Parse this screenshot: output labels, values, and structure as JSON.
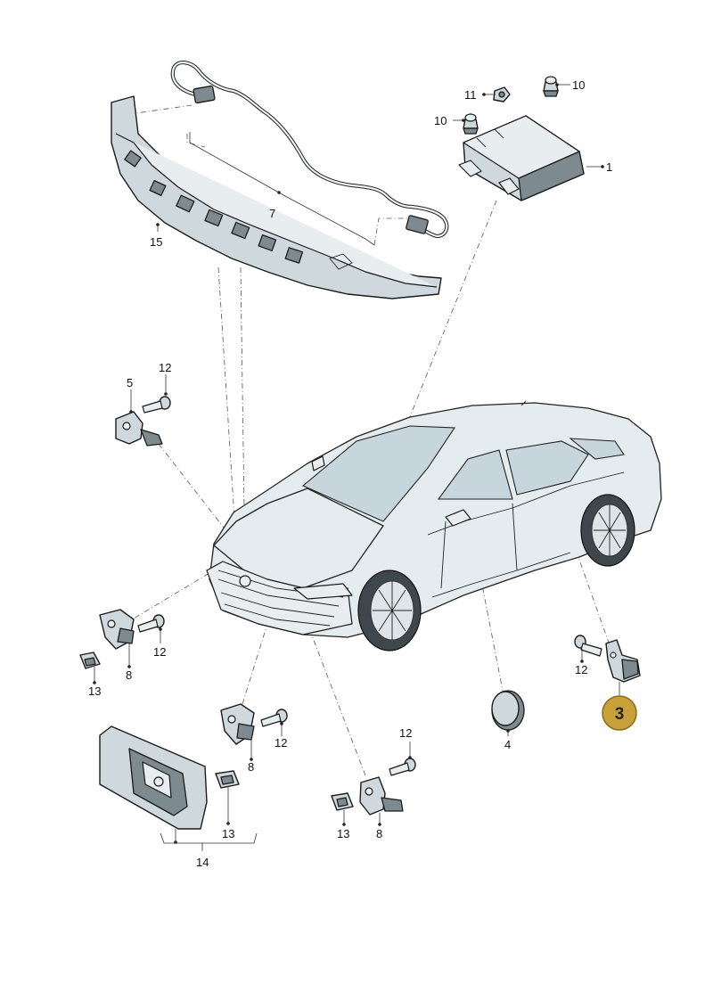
{
  "callouts": {
    "c1": "1",
    "c3": "3",
    "c4": "4",
    "c5": "5",
    "c7": "7",
    "c8a": "8",
    "c8b": "8",
    "c8c": "8",
    "c10a": "10",
    "c10b": "10",
    "c11": "11",
    "c12a": "12",
    "c12b": "12",
    "c12c": "12",
    "c12d": "12",
    "c12e": "12",
    "c13a": "13",
    "c13b": "13",
    "c13c": "13",
    "c14": "14",
    "c15": "15"
  },
  "highlight": {
    "color": "#c9a13b"
  }
}
